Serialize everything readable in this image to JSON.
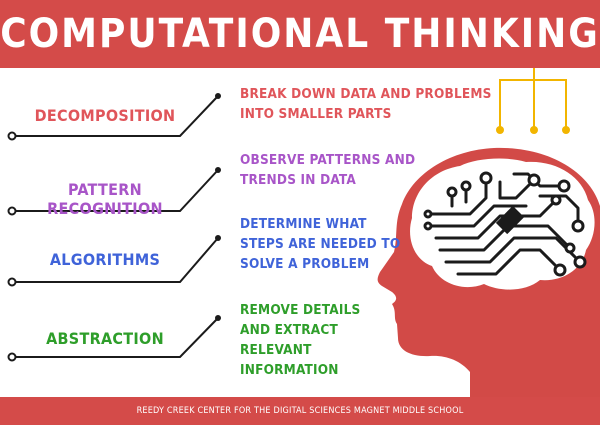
{
  "title": "COMPUTATIONAL THINKING",
  "footer": "REEDY CREEK CENTER FOR THE DIGITAL SCIENCES MAGNET MIDDLE SCHOOL",
  "concepts": [
    {
      "term": "DECOMPOSITION",
      "color": "#e0555a",
      "description": [
        "BREAK DOWN DATA AND PROBLEMS",
        "INTO SMALLER PARTS"
      ]
    },
    {
      "term": "PATTERN RECOGNITION",
      "color": "#a855c8",
      "description": [
        "OBSERVE PATTERNS AND",
        "TRENDS IN DATA"
      ]
    },
    {
      "term": "ALGORITHMS",
      "color": "#3f63d9",
      "description": [
        "DETERMINE WHAT",
        "STEPS ARE NEEDED TO",
        "SOLVE A PROBLEM"
      ]
    },
    {
      "term": "ABSTRACTION",
      "color": "#2e9e2a",
      "description": [
        "REMOVE DETAILS",
        "AND EXTRACT",
        "RELEVANT",
        "INFORMATION"
      ]
    }
  ],
  "colors": {
    "brand_red": "#d44b49",
    "head_red": "#d24a47",
    "wire_gold": "#f2b500",
    "circuit": "#1b1b1b"
  },
  "icons": [
    "head-profile-icon",
    "circuit-brain-icon",
    "connector-wires-icon"
  ]
}
